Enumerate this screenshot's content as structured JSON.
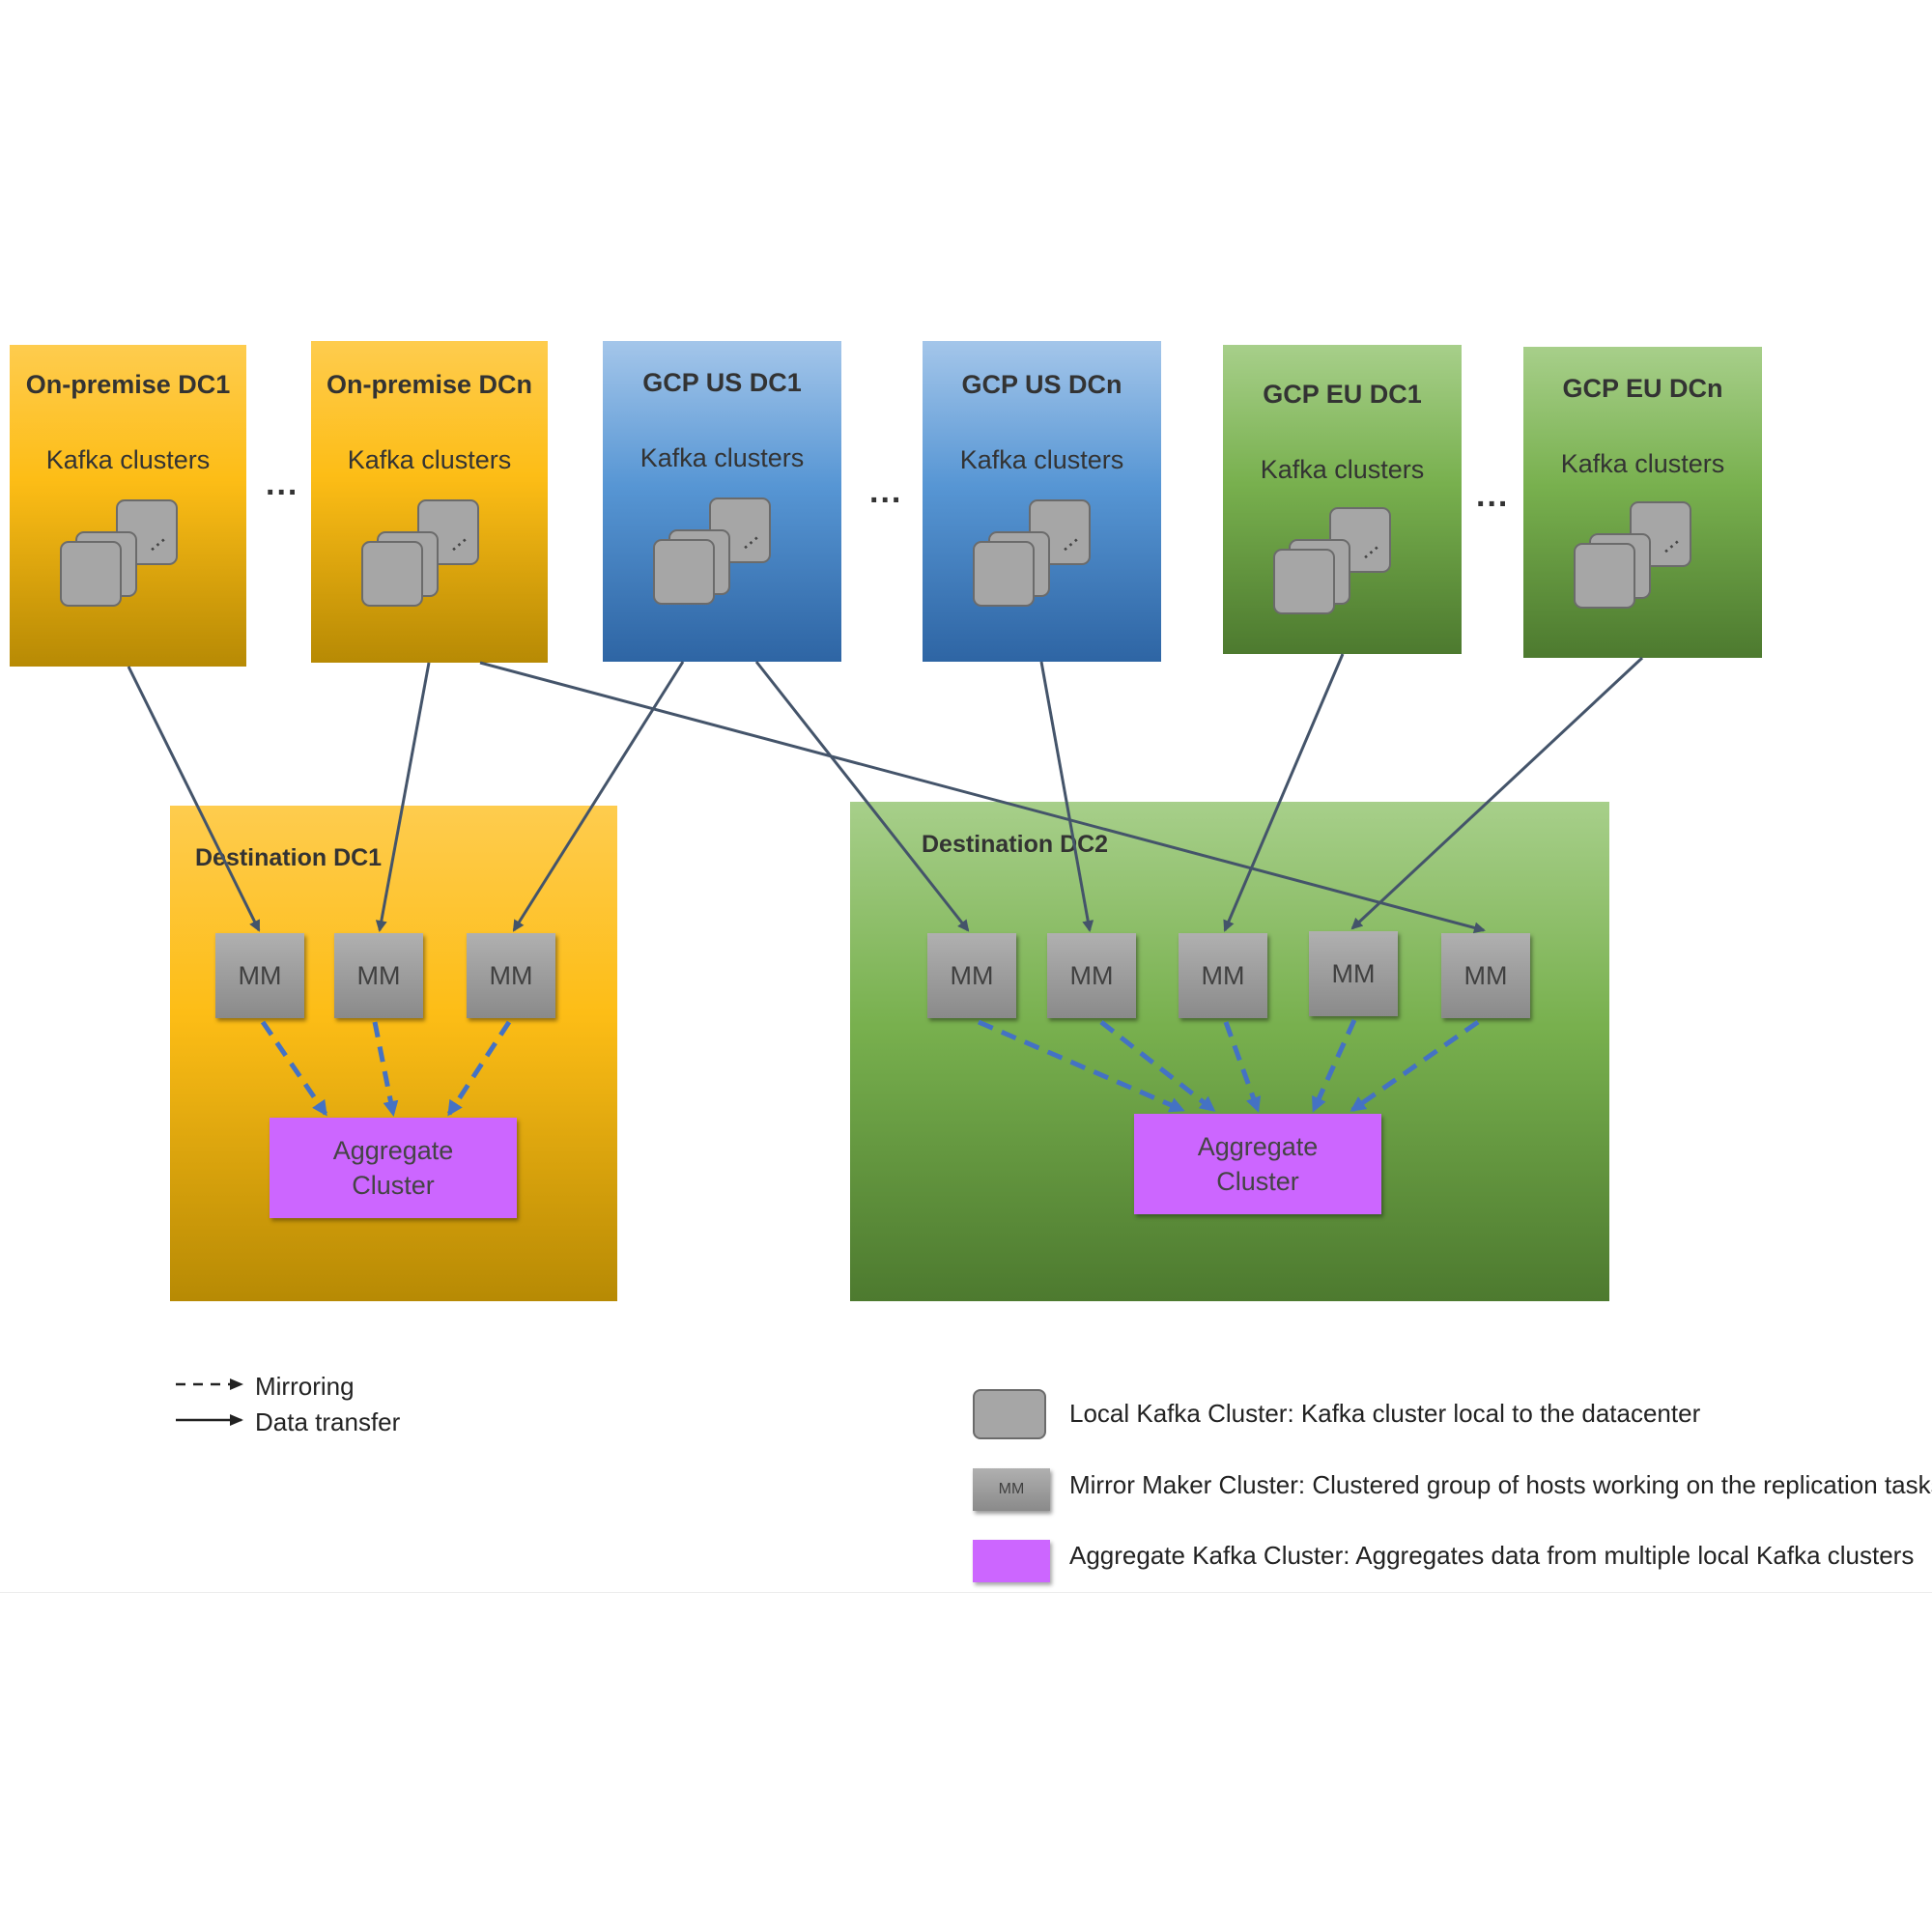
{
  "sources": [
    {
      "title": "On-premise DC1",
      "subtitle": "Kafka clusters",
      "color": "#fdbd16"
    },
    {
      "title": "On-premise DCn",
      "subtitle": "Kafka clusters",
      "color": "#fdbd16"
    },
    {
      "title": "GCP US DC1",
      "subtitle": "Kafka clusters",
      "color": "#5796d4"
    },
    {
      "title": "GCP US DCn",
      "subtitle": "Kafka clusters",
      "color": "#5796d4"
    },
    {
      "title": "GCP EU DC1",
      "subtitle": "Kafka clusters",
      "color": "#78b04e"
    },
    {
      "title": "GCP EU DCn",
      "subtitle": "Kafka clusters",
      "color": "#78b04e"
    }
  ],
  "ellipsis": "...",
  "destinations": [
    {
      "title": "Destination DC1",
      "mm_label": "MM",
      "aggregate_line1": "Aggregate",
      "aggregate_line2": "Cluster"
    },
    {
      "title": "Destination DC2",
      "mm_label": "MM",
      "aggregate_line1": "Aggregate",
      "aggregate_line2": "Cluster"
    }
  ],
  "legend": {
    "mirroring": "Mirroring",
    "data_transfer": "Data transfer",
    "local_kafka": "Local Kafka Cluster: Kafka cluster local to the datacenter",
    "mm_sample_label": "MM",
    "mirror_maker": "Mirror Maker Cluster: Clustered group of hosts working on the replication tasks",
    "aggregate_kafka": "Aggregate Kafka Cluster: Aggregates data from multiple local Kafka clusters"
  },
  "colors": {
    "arrow_solid": "#44546a",
    "arrow_dashed": "#4472c4",
    "aggregate": "#cc66ff",
    "mirror_maker": "#a0a0a0"
  }
}
